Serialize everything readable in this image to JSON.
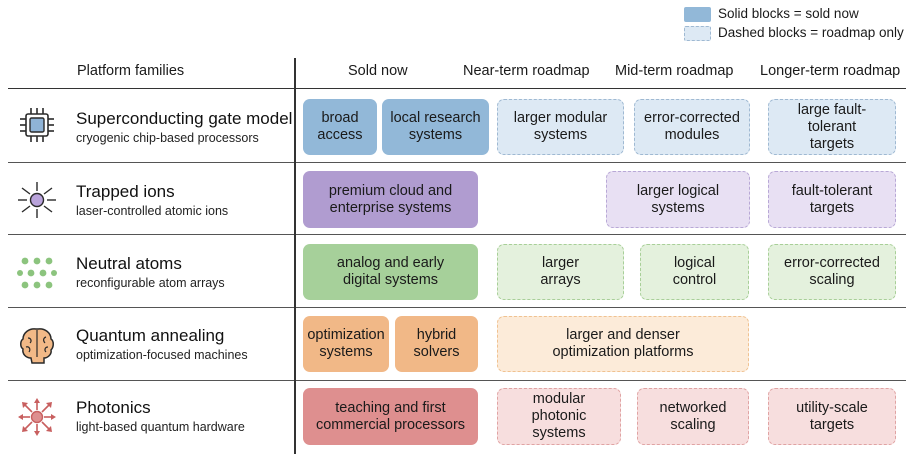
{
  "legend": {
    "solid": "Solid blocks = sold now",
    "dashed": "Dashed blocks = roadmap only"
  },
  "headers": {
    "families": "Platform families",
    "sold_now": "Sold now",
    "near_term": "Near-term roadmap",
    "mid_term": "Mid-term roadmap",
    "longer_term": "Longer-term roadmap"
  },
  "colors": {
    "superconducting": {
      "solid": "#92b8d8",
      "light": "#dde9f4",
      "border": "#9fb9d2"
    },
    "trapped_ions": {
      "solid": "#b09cd0",
      "light": "#e8e0f3",
      "border": "#b8a8d6"
    },
    "neutral_atoms": {
      "solid": "#a6d09a",
      "light": "#e4f1dd",
      "border": "#a8cf98"
    },
    "annealing": {
      "solid": "#f1b887",
      "light": "#fcebd9",
      "border": "#f0c291"
    },
    "photonics": {
      "solid": "#de8f8f",
      "light": "#f7dede",
      "border": "#e0a3a3"
    }
  },
  "rows": [
    {
      "key": "superconducting",
      "title": "Superconducting gate model",
      "subtitle": "cryogenic chip-based processors",
      "icon": "chip-icon",
      "blocks": [
        {
          "label": "broad access",
          "kind": "solid"
        },
        {
          "label": "local research systems",
          "kind": "solid"
        },
        {
          "label": "larger modular systems",
          "kind": "dashed"
        },
        {
          "label": "error-corrected modules",
          "kind": "dashed"
        },
        {
          "label": "large fault-tolerant targets",
          "kind": "dashed"
        }
      ]
    },
    {
      "key": "trapped_ions",
      "title": "Trapped ions",
      "subtitle": "laser-controlled atomic ions",
      "icon": "ion-icon",
      "blocks": [
        {
          "label": "premium cloud and enterprise systems",
          "kind": "solid"
        },
        {
          "label": "larger logical systems",
          "kind": "dashed"
        },
        {
          "label": "fault-tolerant targets",
          "kind": "dashed"
        }
      ]
    },
    {
      "key": "neutral_atoms",
      "title": "Neutral atoms",
      "subtitle": "reconfigurable atom arrays",
      "icon": "atom-array-icon",
      "blocks": [
        {
          "label": "analog and early digital systems",
          "kind": "solid"
        },
        {
          "label": "larger arrays",
          "kind": "dashed"
        },
        {
          "label": "logical control",
          "kind": "dashed"
        },
        {
          "label": "error-corrected scaling",
          "kind": "dashed"
        }
      ]
    },
    {
      "key": "annealing",
      "title": "Quantum annealing",
      "subtitle": "optimization-focused machines",
      "icon": "brain-icon",
      "blocks": [
        {
          "label": "optimization systems",
          "kind": "solid"
        },
        {
          "label": "hybrid solvers",
          "kind": "solid"
        },
        {
          "label": "larger and denser optimization platforms",
          "kind": "dashed"
        }
      ]
    },
    {
      "key": "photonics",
      "title": "Photonics",
      "subtitle": "light-based quantum hardware",
      "icon": "photon-icon",
      "blocks": [
        {
          "label": "teaching and first commercial processors",
          "kind": "solid"
        },
        {
          "label": "modular photonic systems",
          "kind": "dashed"
        },
        {
          "label": "networked scaling",
          "kind": "dashed"
        },
        {
          "label": "utility-scale targets",
          "kind": "dashed"
        }
      ]
    }
  ]
}
